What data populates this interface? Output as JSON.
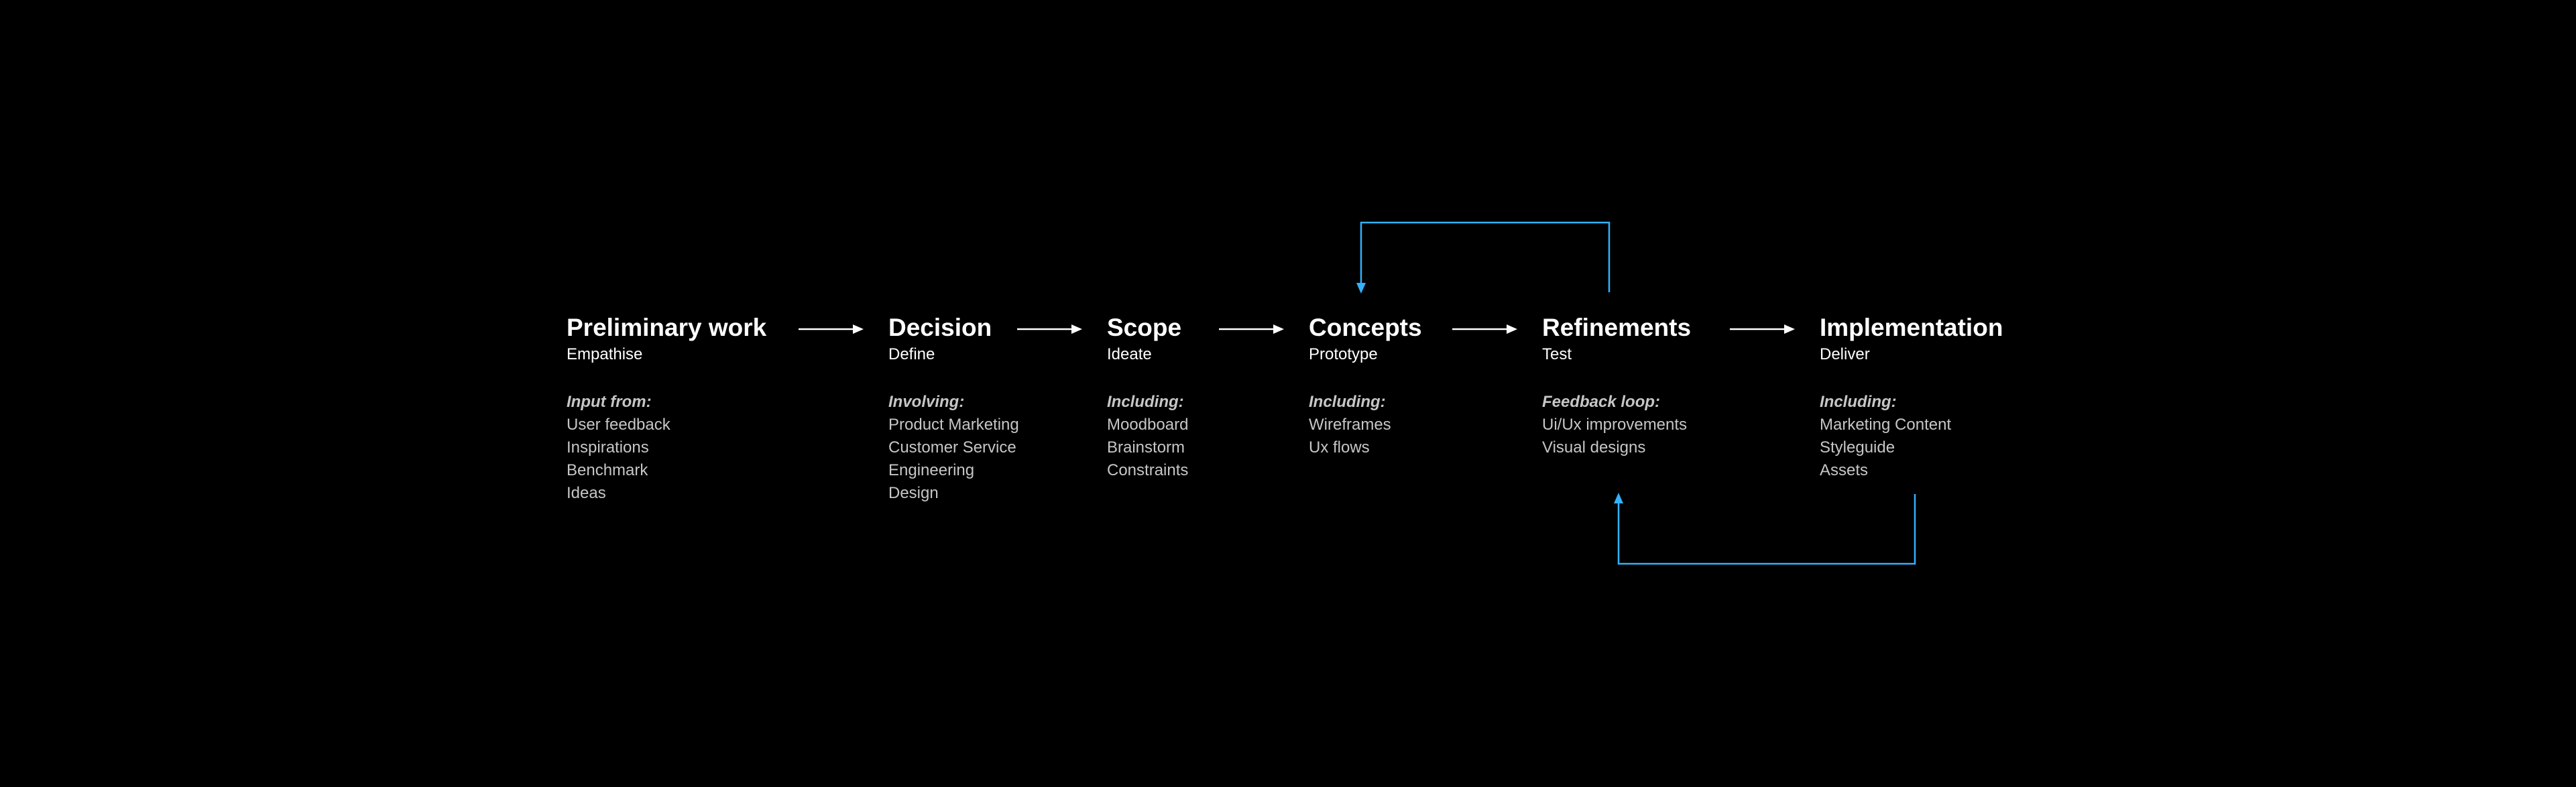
{
  "colors": {
    "background": "#000000",
    "text": "#ffffff",
    "muted_text": "#c6c6c6",
    "loop_accent": "#33b1ff"
  },
  "stages": [
    {
      "title": "Preliminary work",
      "subtitle": "Empathise",
      "list_heading": "Input from:",
      "items": [
        "User feedback",
        "Inspirations",
        "Benchmark",
        "Ideas"
      ]
    },
    {
      "title": "Decision",
      "subtitle": "Define",
      "list_heading": "Involving:",
      "items": [
        "Product Marketing",
        "Customer Service",
        "Engineering",
        "Design"
      ]
    },
    {
      "title": "Scope",
      "subtitle": "Ideate",
      "list_heading": "Including:",
      "items": [
        "Moodboard",
        "Brainstorm",
        "Constraints"
      ]
    },
    {
      "title": "Concepts",
      "subtitle": "Prototype",
      "list_heading": "Including:",
      "items": [
        "Wireframes",
        "Ux flows"
      ]
    },
    {
      "title": "Refinements",
      "subtitle": "Test",
      "list_heading": "Feedback loop:",
      "items": [
        "Ui/Ux improvements",
        "Visual designs"
      ]
    },
    {
      "title": "Implementation",
      "subtitle": "Deliver",
      "list_heading": "Including:",
      "items": [
        "Marketing Content",
        "Styleguide",
        "Assets"
      ]
    }
  ],
  "arrows": [
    {
      "from": "Preliminary work",
      "to": "Decision",
      "icon": "arrow-right-icon"
    },
    {
      "from": "Decision",
      "to": "Scope",
      "icon": "arrow-right-icon"
    },
    {
      "from": "Scope",
      "to": "Concepts",
      "icon": "arrow-right-icon"
    },
    {
      "from": "Concepts",
      "to": "Refinements",
      "icon": "arrow-right-icon"
    },
    {
      "from": "Refinements",
      "to": "Implementation",
      "icon": "arrow-right-icon"
    }
  ],
  "loops": [
    {
      "from": "Refinements",
      "to": "Concepts",
      "icon": "loop-arrow-icon"
    },
    {
      "from": "Implementation",
      "to": "Refinements",
      "icon": "loop-arrow-icon"
    }
  ]
}
